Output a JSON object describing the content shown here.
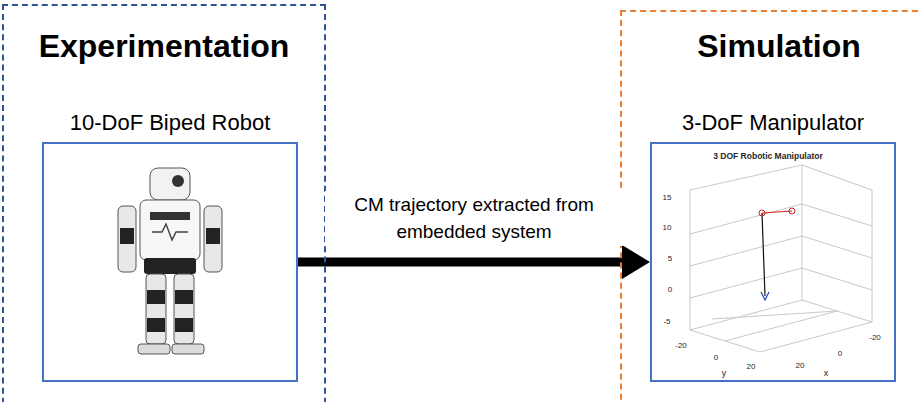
{
  "diagram": {
    "nodes": [
      {
        "text": [
          "Experimentation"
        ]
      },
      {
        "text": [
          "10-DoF Biped Robot"
        ],
        "in": 0
      },
      {
        "text": [
          "Simulation"
        ]
      },
      {
        "text": [
          "3-DoF Manipulator"
        ],
        "in": 2
      }
    ],
    "edges": [
      {
        "from": 1,
        "to": 3,
        "arrow": "to",
        "label": "CM trajectory extracted from embedded system"
      }
    ],
    "labels": [
      "3 DOF Robotic Manipulator",
      "15",
      "10",
      "5",
      "0",
      "-5",
      "-20",
      "0",
      "20",
      "y",
      "20",
      "0",
      "-20",
      "x"
    ]
  }
}
